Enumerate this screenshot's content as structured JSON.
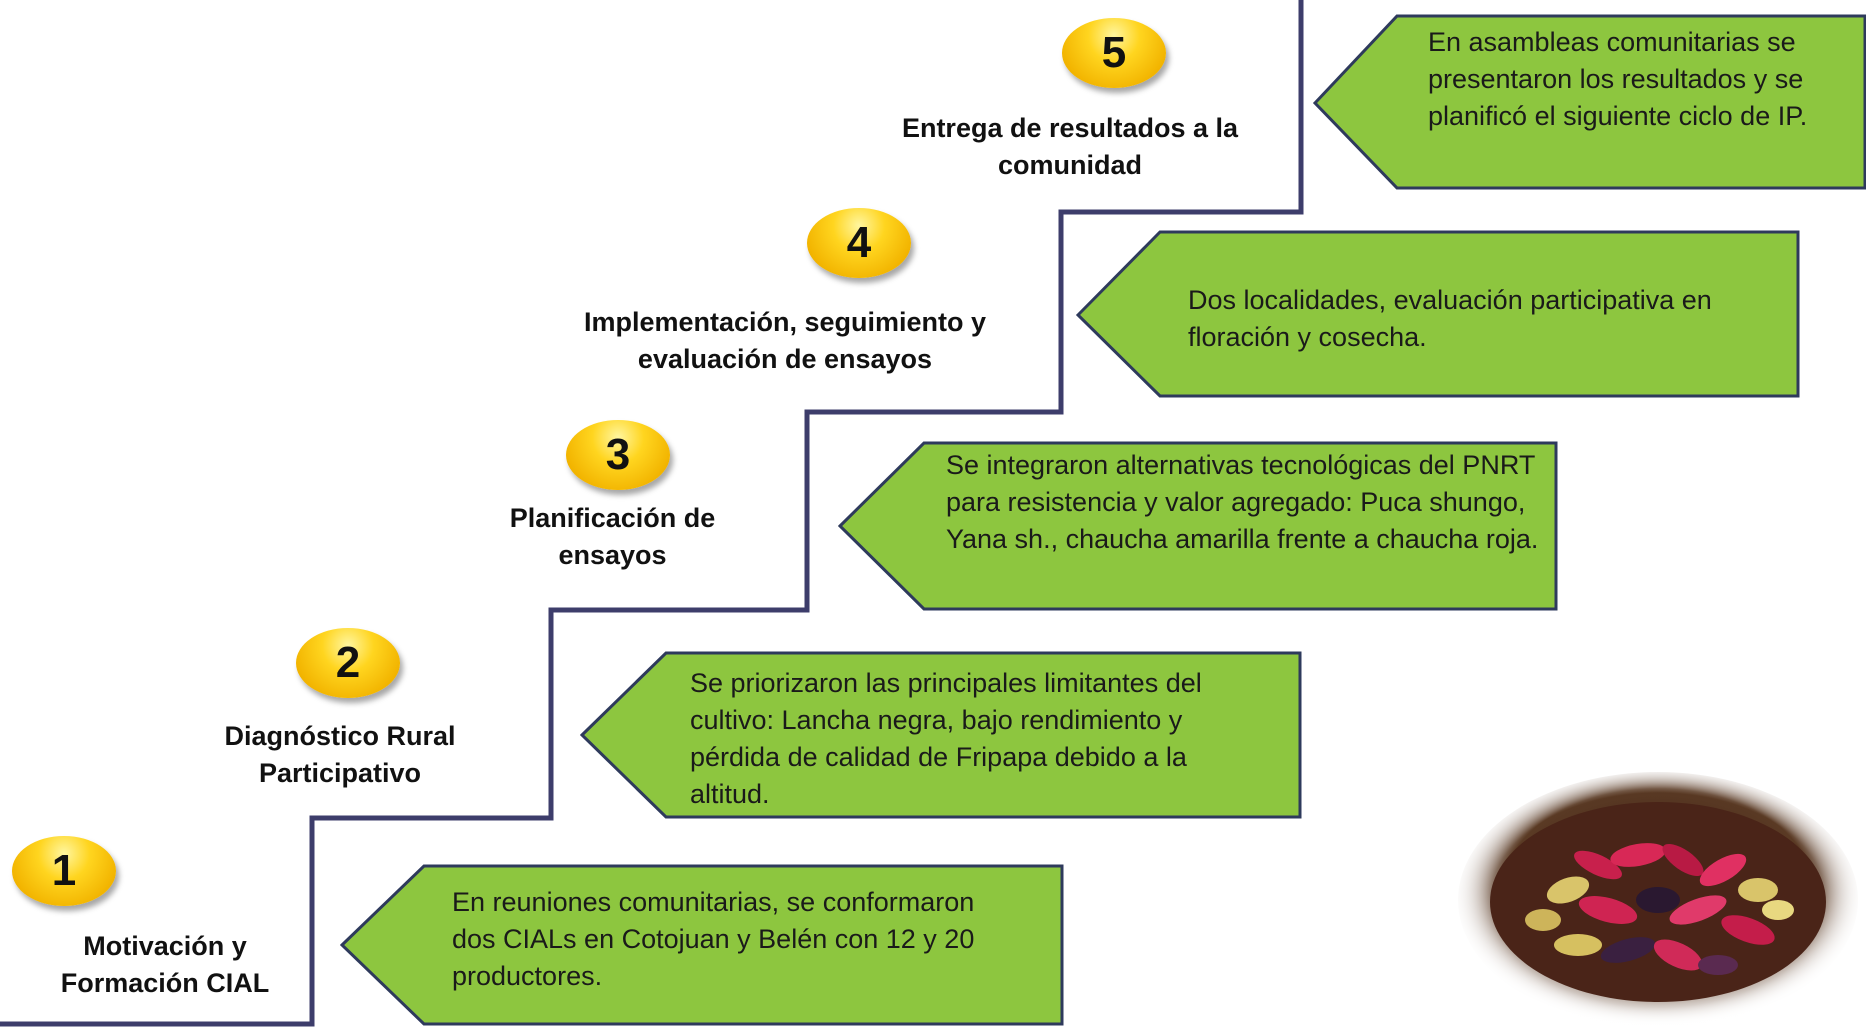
{
  "colors": {
    "stair_line": "#3d3d6b",
    "callout_fill": "#8dc63f",
    "callout_border": "#2e3a5c",
    "badge": "#f7c300"
  },
  "steps": [
    {
      "number": "1",
      "label": "Motivación y Formación CIAL",
      "description": "En reuniones comunitarias, se conformaron dos CIALs en Cotojuan y Belén con 12 y 20 productores."
    },
    {
      "number": "2",
      "label": "Diagnóstico Rural Participativo",
      "description": "Se priorizaron las principales limitantes del cultivo:  Lancha negra, bajo rendimiento y pérdida de calidad de Fripapa debido a la altitud."
    },
    {
      "number": "3",
      "label": "Planificación de ensayos",
      "description": "Se integraron alternativas tecnológicas del PNRT para resistencia y valor agregado: Puca shungo, Yana sh., chaucha amarilla frente a chaucha roja."
    },
    {
      "number": "4",
      "label": "Implementación, seguimiento y evaluación de ensayos",
      "description": "Dos localidades, evaluación participativa en floración y cosecha."
    },
    {
      "number": "5",
      "label": "Entrega de resultados a la comunidad",
      "description": "En asambleas comunitarias se presentaron los resultados y se planificó el siguiente ciclo de IP."
    }
  ],
  "photo": {
    "icon": "potato-basket-image"
  }
}
